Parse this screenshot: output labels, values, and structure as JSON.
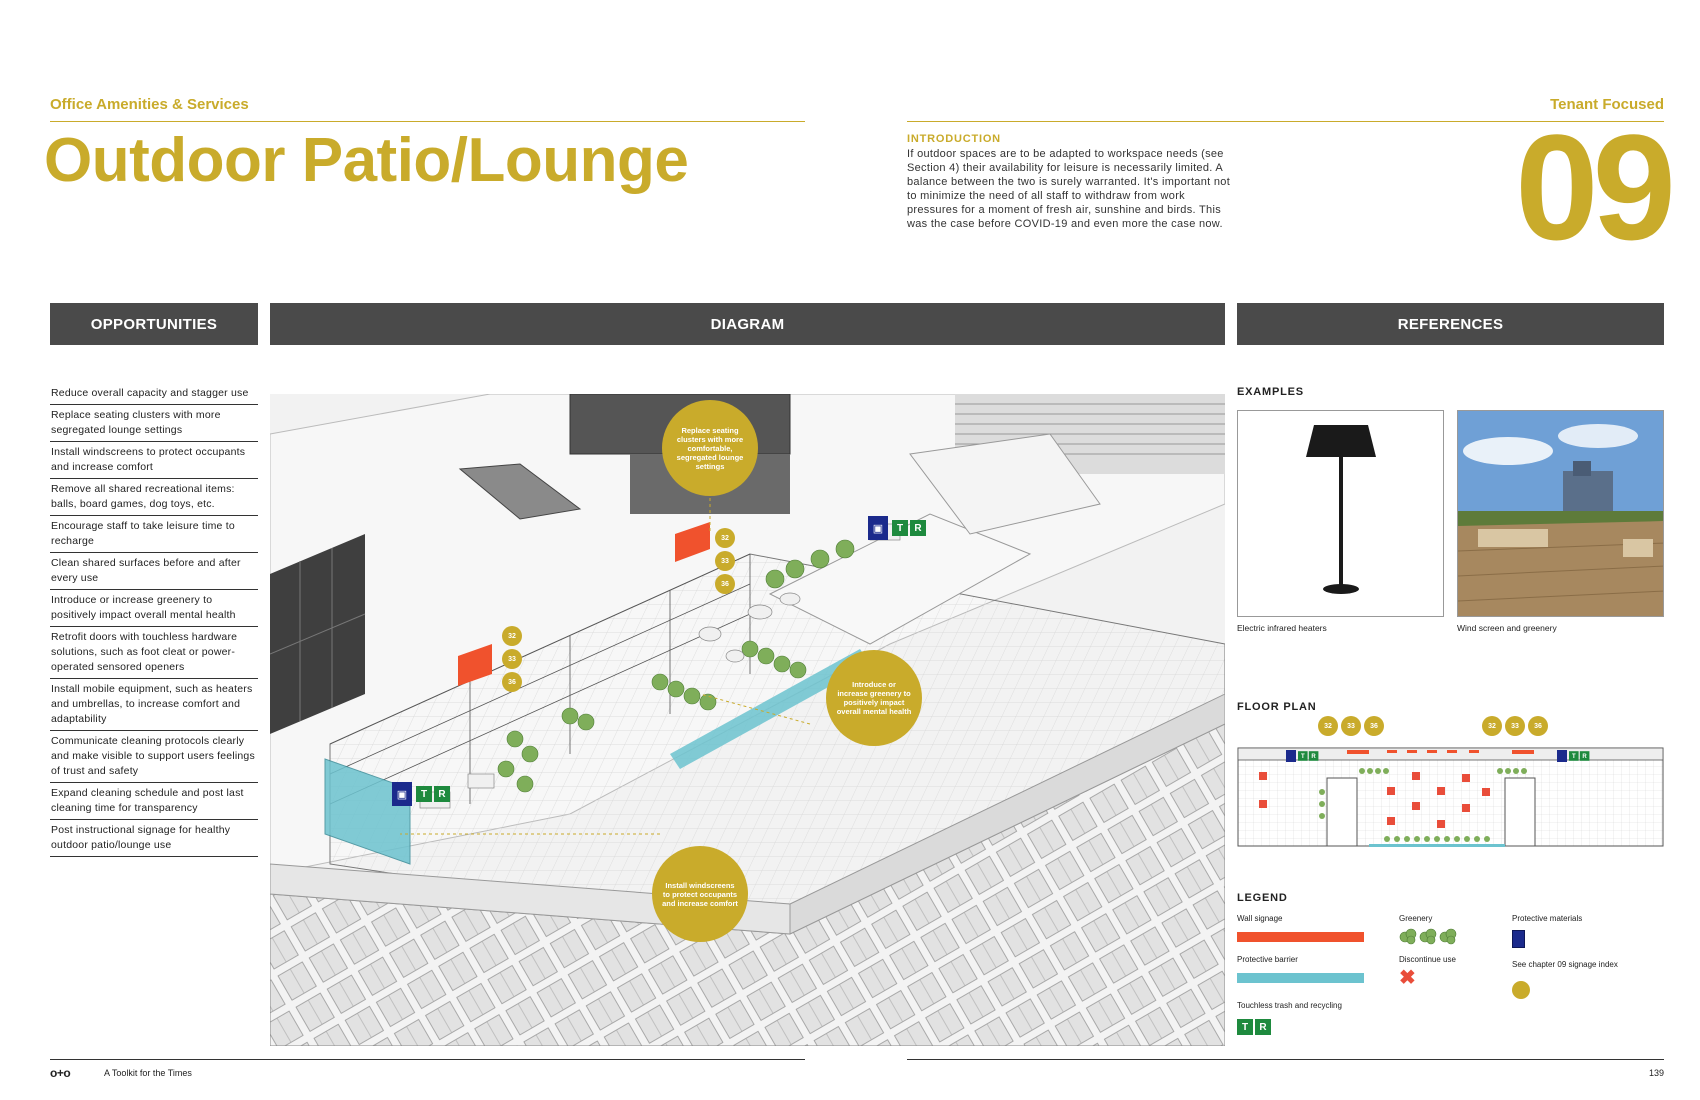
{
  "header": {
    "section": "Office Amenities & Services",
    "category": "Tenant Focused",
    "title": "Outdoor Patio/Lounge",
    "intro_heading": "INTRODUCTION",
    "intro_text": "If outdoor spaces are to be adapted to workspace needs (see Section 4) their availability for leisure is necessarily limited. A balance between the two is surely warranted. It's important not to minimize the need of all staff to withdraw from work pressures for a moment of fresh air, sunshine and birds. This was the case before COVID-19 and even more the case now.",
    "chapter_number": "09"
  },
  "columns": {
    "opportunities": "OPPORTUNITIES",
    "diagram": "DIAGRAM",
    "references": "REFERENCES"
  },
  "opportunities": [
    "Reduce overall capacity and stagger use",
    "Replace seating clusters with more segregated lounge settings",
    "Install windscreens to protect occupants and increase comfort",
    "Remove all shared recreational items: balls, board games, dog toys, etc.",
    "Encourage staff to take leisure time to recharge",
    "Clean shared surfaces before and after every use",
    "Introduce or increase greenery to positively impact overall mental health",
    "Retrofit doors with touchless hardware solutions, such as foot cleat or power-operated sensored openers",
    "Install mobile equipment, such as heaters and umbrellas, to increase comfort and adaptability",
    "Communicate cleaning protocols clearly and make visible to support users feelings of trust and safety",
    "Expand cleaning schedule and post last cleaning time for transparency",
    "Post instructional signage for healthy outdoor patio/lounge use"
  ],
  "diagram": {
    "callouts": {
      "seating": "Replace seating clusters with more comfortable, segregated lounge settings",
      "greenery": "Introduce or increase greenery to positively impact overall mental health",
      "windscreens": "Install windscreens to protect occupants and increase comfort"
    },
    "markers": [
      "32",
      "33",
      "36"
    ],
    "tr": [
      "T",
      "R"
    ]
  },
  "references": {
    "examples_heading": "EXAMPLES",
    "example1_caption": "Electric infrared heaters",
    "example2_caption": "Wind screen and greenery",
    "floorplan_heading": "FLOOR PLAN",
    "legend_heading": "LEGEND",
    "legend": {
      "wall_signage": "Wall signage",
      "protective_barrier": "Protective barrier",
      "touchless": "Touchless trash and recycling",
      "greenery": "Greenery",
      "discontinue": "Discontinue use",
      "protective_materials": "Protective materials",
      "signage_index": "See chapter 09 signage index"
    }
  },
  "footer": {
    "brand": "o+o",
    "title": "A Toolkit for the Times",
    "page": "139"
  },
  "colors": {
    "gold": "#c9ab2b",
    "header_bar": "#4a4a4a",
    "signage": "#f0522d",
    "barrier": "#6cc3cf",
    "tr_green": "#1e8a3e",
    "navy": "#1b2a8c"
  }
}
